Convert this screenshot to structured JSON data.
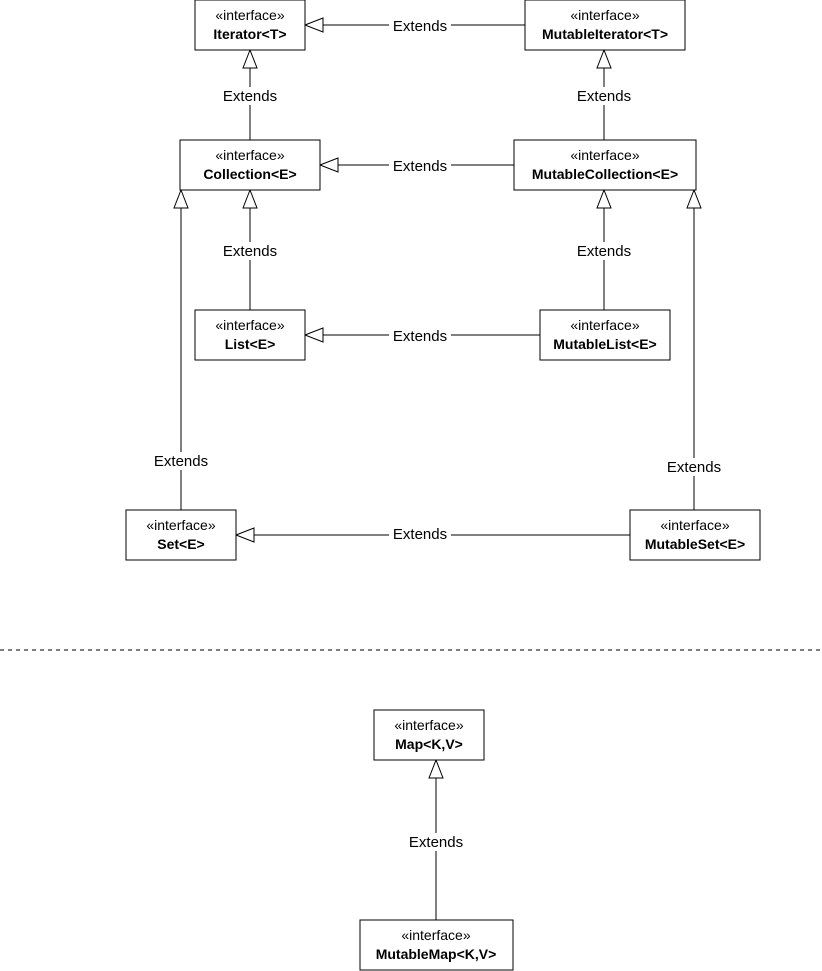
{
  "stereotype": "«interface»",
  "edge_label": "Extends",
  "interfaces": {
    "iterator": "Iterator<T>",
    "mutable_iterator": "MutableIterator<T>",
    "collection": "Collection<E>",
    "mutable_collection": "MutableCollection<E>",
    "list": "List<E>",
    "mutable_list": "MutableList<E>",
    "set": "Set<E>",
    "mutable_set": "MutableSet<E>",
    "map": "Map<K,V>",
    "mutable_map": "MutableMap<K,V>"
  },
  "relations": [
    {
      "from": "mutable_iterator",
      "to": "iterator",
      "label": "Extends"
    },
    {
      "from": "collection",
      "to": "iterator",
      "label": "Extends"
    },
    {
      "from": "mutable_collection",
      "to": "mutable_iterator",
      "label": "Extends"
    },
    {
      "from": "mutable_collection",
      "to": "collection",
      "label": "Extends"
    },
    {
      "from": "list",
      "to": "collection",
      "label": "Extends"
    },
    {
      "from": "mutable_list",
      "to": "list",
      "label": "Extends"
    },
    {
      "from": "mutable_list",
      "to": "mutable_collection",
      "label": "Extends"
    },
    {
      "from": "set",
      "to": "collection",
      "label": "Extends"
    },
    {
      "from": "mutable_set",
      "to": "set",
      "label": "Extends"
    },
    {
      "from": "mutable_set",
      "to": "mutable_collection",
      "label": "Extends"
    },
    {
      "from": "mutable_map",
      "to": "map",
      "label": "Extends"
    }
  ]
}
